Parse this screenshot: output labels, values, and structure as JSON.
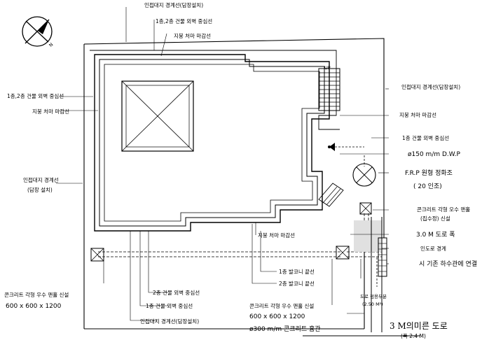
{
  "labels": {
    "top_boundary": "인접대지 경계선(담장설치)",
    "top_wall_center_12": "1층,2층 건물 외벽 중심선",
    "top_roof_eave": "지붕 처마 마감선",
    "up": "UP",
    "right_boundary": "인접대지 경계선(담장설치)",
    "right_roof_eave": "지붕 처마 마감선",
    "left_wall_center_12": "1층,2층 건물 외벽 중심선",
    "left_roof_eave": "지붕 처마 마감선",
    "left_boundary": "인접대지 경계선",
    "left_boundary_sub": "(담장 설치)",
    "right_wall_center_1": "1층 건물 외벽 중심선",
    "dwp": "ø150 m/m D.W.P",
    "frp": "F.R.P 원형 정화조",
    "frp_sub": "( 20 인조)",
    "conc_pit_right": "콘크리트 각형 오수 맨홀",
    "conc_pit_right_sub": "(집수정) 신설",
    "road_3m": "3.0 M 도로 폭",
    "sidewalk": "인도로 경계",
    "sewer": "시 기존 하수관에 연결",
    "mid_roof_eave": "지붕 처마 마감선",
    "balcony_1": "1층 발코니 끝선",
    "balcony_2": "2층 발코니 끝선",
    "bl_conc_pit": "콘크리트 각형 우수 맨홀 신설",
    "bl_conc_size": "600 x 600 x 1200",
    "b_wall_center_2": "2층 건물 외벽 중심선",
    "b_wall_center_1": "1층 건물 외벽 중심선",
    "b_boundary": "인접대지 경계선(담장설치)",
    "bm_conc_pit": "콘크리트 각형 우수 맨홀 신설",
    "bm_conc_size": "600 x 600 x 1200",
    "bm_pipe": "ø300 m/m 콘크리트 흄관",
    "road_paving": "도로 점용부분",
    "road_paving_area": "(2.50 M²)",
    "road_name": "3 M의미른 도로",
    "road_width": "(폭 2.4 M)",
    "north": "N"
  }
}
